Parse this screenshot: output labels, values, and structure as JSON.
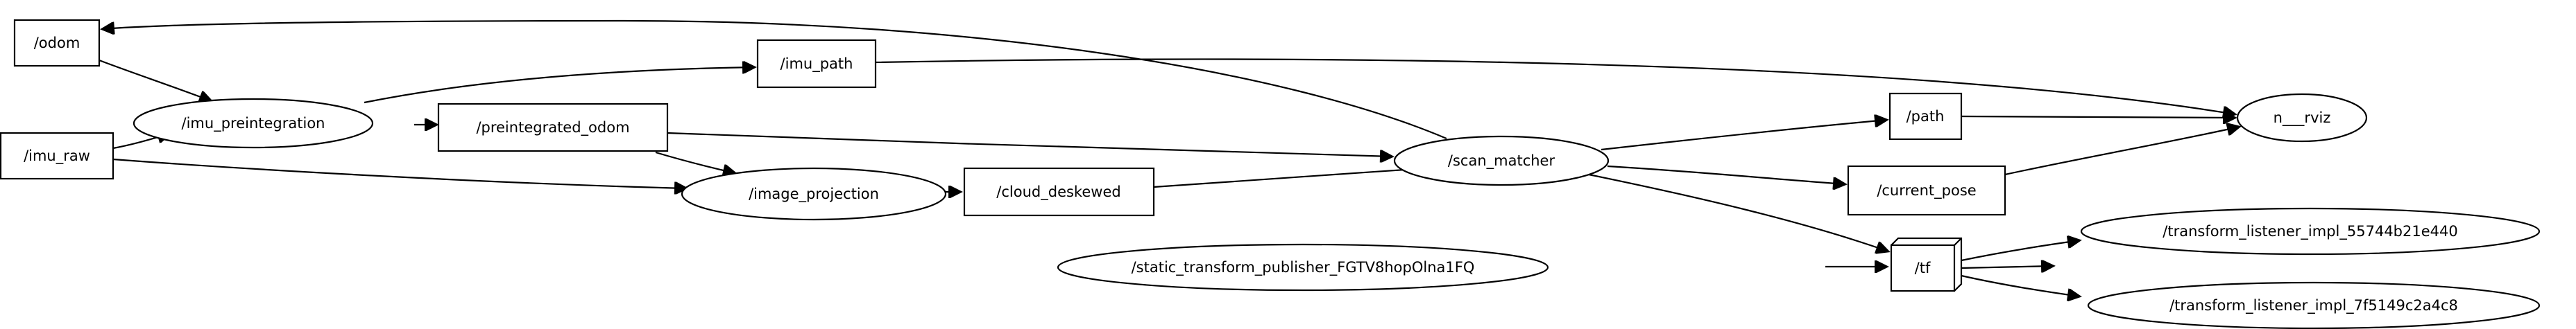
{
  "graph": {
    "nodes": {
      "odom": {
        "label": "/odom",
        "kind": "topic"
      },
      "imu_raw": {
        "label": "/imu_raw",
        "kind": "topic"
      },
      "imu_preintegration": {
        "label": "/imu_preintegration",
        "kind": "node"
      },
      "imu_path": {
        "label": "/imu_path",
        "kind": "topic"
      },
      "preintegrated_odom": {
        "label": "/preintegrated_odom",
        "kind": "topic"
      },
      "image_projection": {
        "label": "/image_projection",
        "kind": "node"
      },
      "cloud_deskewed": {
        "label": "/cloud_deskewed",
        "kind": "topic"
      },
      "scan_matcher": {
        "label": "/scan_matcher",
        "kind": "node"
      },
      "path": {
        "label": "/path",
        "kind": "topic"
      },
      "current_pose": {
        "label": "/current_pose",
        "kind": "topic"
      },
      "rviz": {
        "label": "n___rviz",
        "kind": "node"
      },
      "static_tf_pub": {
        "label": "/static_transform_publisher_FGTV8hopOlna1FQ",
        "kind": "node"
      },
      "tf": {
        "label": "/tf",
        "kind": "topic"
      },
      "tf_listener_1": {
        "label": "/transform_listener_impl_55744b21e440",
        "kind": "node"
      },
      "tf_listener_2": {
        "label": "/transform_listener_impl_7f5149c2a4c8",
        "kind": "node"
      }
    },
    "edges": [
      {
        "from": "odom",
        "to": "imu_preintegration"
      },
      {
        "from": "imu_raw",
        "to": "imu_preintegration"
      },
      {
        "from": "imu_raw",
        "to": "image_projection"
      },
      {
        "from": "imu_preintegration",
        "to": "imu_path"
      },
      {
        "from": "imu_preintegration",
        "to": "preintegrated_odom"
      },
      {
        "from": "preintegrated_odom",
        "to": "image_projection"
      },
      {
        "from": "preintegrated_odom",
        "to": "scan_matcher"
      },
      {
        "from": "image_projection",
        "to": "cloud_deskewed"
      },
      {
        "from": "cloud_deskewed",
        "to": "scan_matcher"
      },
      {
        "from": "scan_matcher",
        "to": "odom"
      },
      {
        "from": "scan_matcher",
        "to": "path"
      },
      {
        "from": "scan_matcher",
        "to": "current_pose"
      },
      {
        "from": "scan_matcher",
        "to": "tf"
      },
      {
        "from": "imu_path",
        "to": "rviz"
      },
      {
        "from": "path",
        "to": "rviz"
      },
      {
        "from": "current_pose",
        "to": "rviz"
      },
      {
        "from": "static_tf_pub",
        "to": "tf"
      },
      {
        "from": "tf",
        "to": "tf_listener_1"
      },
      {
        "from": "tf",
        "to": "tf_listener_2"
      }
    ]
  }
}
